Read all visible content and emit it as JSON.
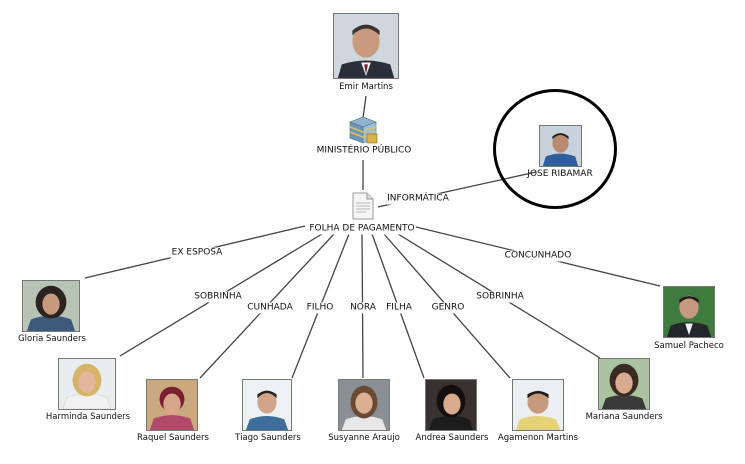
{
  "root": {
    "name": "Emir Martins"
  },
  "hubs": {
    "ministerio": "MINISTÉRIO PÚBLICO",
    "folha": "FOLHA DE PAGAMENTO"
  },
  "highlight": {
    "name": "JOSE RIBAMAR",
    "relation": "INFORMÁTICA"
  },
  "relations": [
    {
      "relation": "EX ESPOSA",
      "name": "Gloria Saunders"
    },
    {
      "relation": "SOBRINHA",
      "name": "Harminda Saunders"
    },
    {
      "relation": "CUNHADA",
      "name": "Raquel Saunders"
    },
    {
      "relation": "FILHO",
      "name": "Tiago Saunders"
    },
    {
      "relation": "NORA",
      "name": "Susyanne Araujo"
    },
    {
      "relation": "FILHA",
      "name": "Andrea Saunders"
    },
    {
      "relation": "GENRO",
      "name": "Agamenon Martins"
    },
    {
      "relation": "SOBRINHA",
      "name": "Mariana Saunders"
    },
    {
      "relation": "CONCUNHADO",
      "name": "Samuel Pacheco"
    }
  ],
  "colors": {
    "line": "#444444",
    "circle": "#000000",
    "highlight_border": "#000000"
  }
}
